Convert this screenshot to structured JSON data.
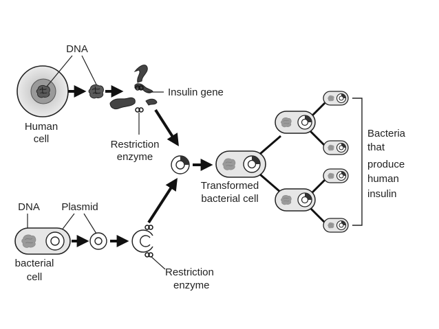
{
  "labels": {
    "dna_top": "DNA",
    "human_cell_1": "Human",
    "human_cell_2": "cell",
    "insulin_gene": "Insulin gene",
    "restriction_enzyme_top_1": "Restriction",
    "restriction_enzyme_top_2": "enzyme",
    "transformed_1": "Transformed",
    "transformed_2": "bacterial cell",
    "bacteria_1": "Bacteria",
    "bacteria_2": "that",
    "bacteria_3": "produce",
    "bacteria_4": "human",
    "bacteria_5": "insulin",
    "dna_bottom": "DNA",
    "plasmid": "Plasmid",
    "bacterial_cell_1": "bacterial",
    "bacterial_cell_2": "cell",
    "restriction_enzyme_bottom_1": "Restriction",
    "restriction_enzyme_bottom_2": "enzyme"
  },
  "colors": {
    "ink": "#222222",
    "cell_fill": "#e4e4e4",
    "nucleus_fill": "#a8a8a8",
    "gene_fill": "#444444"
  }
}
